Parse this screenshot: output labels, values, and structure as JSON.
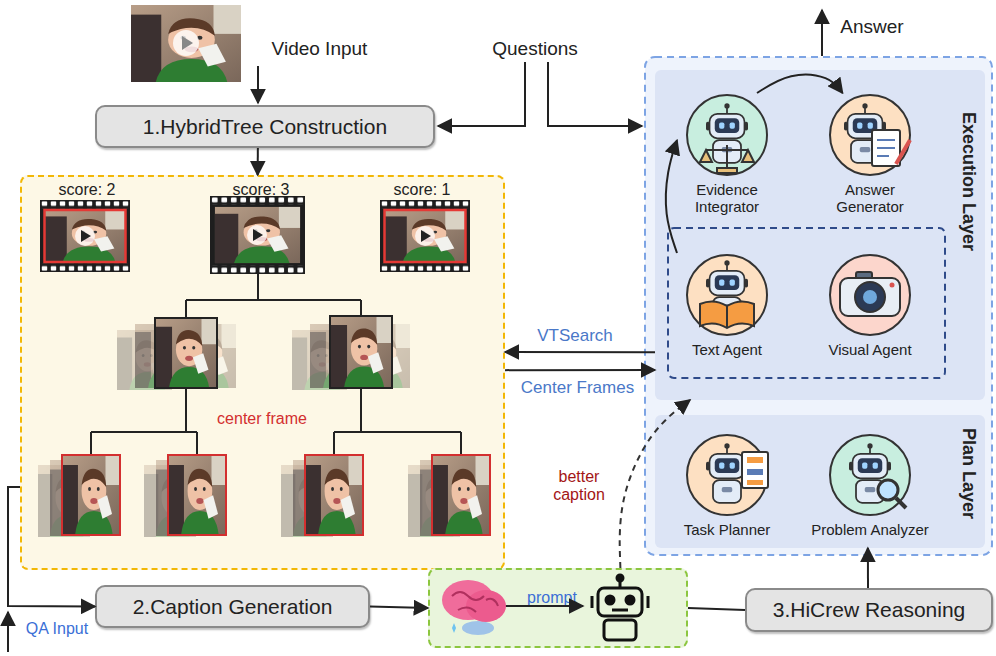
{
  "diagram": {
    "nodes": [
      {
        "text": [
          "1.HybridTree Construction"
        ]
      },
      {
        "text": [
          "score: 2",
          "score: 3",
          "score: 1",
          "center frame"
        ]
      },
      {
        "text": [
          "2.Caption Generation"
        ]
      },
      {
        "text": [
          "prompt"
        ]
      },
      {
        "text": [
          "3.HiCrew Reasoning"
        ]
      },
      {
        "text": [
          "Execution Layer"
        ]
      },
      {
        "text": [
          "Evidence Integrator"
        ],
        "in": 5
      },
      {
        "text": [
          "Answer Generator"
        ],
        "in": 5
      },
      {
        "text": [
          "Text Agent"
        ],
        "in": 5
      },
      {
        "text": [
          "Visual Agent"
        ],
        "in": 5
      },
      {
        "text": [
          "Plan Layer"
        ]
      },
      {
        "text": [
          "Task Planner"
        ],
        "in": 10
      },
      {
        "text": [
          "Problem Analyzer"
        ],
        "in": 10
      }
    ],
    "edges": [
      {
        "from": 0,
        "to": 1,
        "arrow": "to"
      },
      {
        "from": 1,
        "to": 2,
        "arrow": "to"
      },
      {
        "from": 5,
        "to": 1,
        "label": "VTSearch",
        "arrow": "to"
      },
      {
        "from": 1,
        "to": 5,
        "label": "Center Frames",
        "arrow": "to"
      },
      {
        "from": 2,
        "to": 3,
        "arrow": "to"
      },
      {
        "from": 3,
        "to": 4,
        "arrow": "none"
      },
      {
        "from": 3,
        "to": 5,
        "label": "better caption",
        "arrow": "to"
      },
      {
        "from": 4,
        "to": 10,
        "arrow": "to"
      },
      {
        "from": 8,
        "to": 6,
        "arrow": "to"
      },
      {
        "from": 6,
        "to": 7,
        "arrow": "to"
      }
    ],
    "labels": [
      "Video Input",
      "Questions",
      "Answer",
      "QA Input"
    ]
  }
}
